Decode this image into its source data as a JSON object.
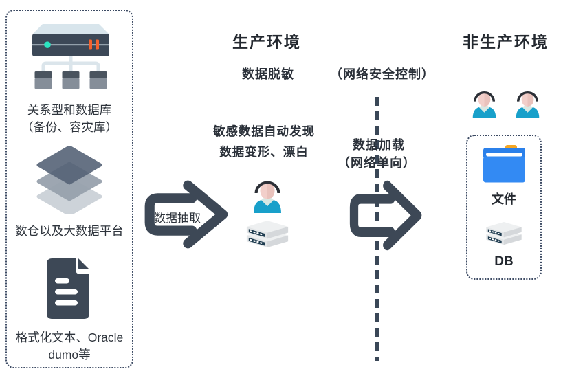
{
  "headings": {
    "production": "生产环境",
    "non_production": "非生产环境"
  },
  "left_panel": {
    "items": [
      {
        "icon": "database-cluster-icon",
        "lines": [
          "关系型和数据库",
          "（备份、容灾库）"
        ]
      },
      {
        "icon": "layers-icon",
        "lines": [
          "数仓以及大数据平台"
        ]
      },
      {
        "icon": "document-icon",
        "lines": [
          "格式化文本、Oracle",
          "dumo等"
        ]
      }
    ]
  },
  "flow": {
    "extract": "数据抽取",
    "masking": "数据脱敏",
    "security_control": "（网络安全控制）",
    "auto_discovery": "敏感数据自动发现",
    "transform": "数据变形、漂白",
    "load": "数据加载",
    "one_way": "（网络单向）"
  },
  "right_panel": {
    "file": "文件",
    "db": "DB"
  },
  "colors": {
    "slate": "#3d4856",
    "dotted_border": "#3d4b64",
    "teal_led": "#2be3c0",
    "orange_led": "#f4622d",
    "folder_blue": "#338af3",
    "folder_tab_orange": "#f5a623",
    "shirt_teal": "#18a0ca"
  }
}
